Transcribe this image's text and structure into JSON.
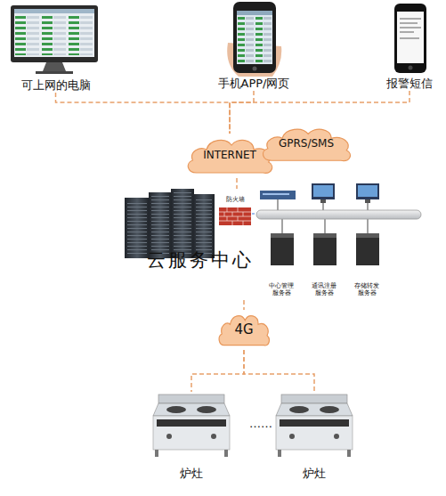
{
  "diagram": {
    "nodes": [
      {
        "text": [
          "可上网的电脑"
        ]
      },
      {
        "text": [
          "手机APP/网页"
        ]
      },
      {
        "text": [
          "报警短信"
        ]
      },
      {
        "text": [
          "INTERNET"
        ]
      },
      {
        "text": [
          "GPRS/SMS"
        ]
      },
      {
        "text": [
          "云服务中心"
        ]
      },
      {
        "text": [
          "防火墙"
        ],
        "in": 5
      },
      {
        "text": [
          "中心管理服务器"
        ],
        "in": 5
      },
      {
        "text": [
          "通讯注册服务器"
        ],
        "in": 5
      },
      {
        "text": [
          "存储转发服务器"
        ],
        "in": 5
      },
      {
        "text": [
          "4G"
        ]
      },
      {
        "text": [
          "炉灶"
        ]
      },
      {
        "text": [
          "炉灶"
        ]
      }
    ],
    "edges": [
      {
        "from": 0,
        "to": 3,
        "arrow": "none"
      },
      {
        "from": 1,
        "to": 3,
        "arrow": "none"
      },
      {
        "from": 2,
        "to": 3,
        "arrow": "none"
      },
      {
        "from": 3,
        "to": 5,
        "arrow": "none"
      },
      {
        "from": 5,
        "to": 10,
        "arrow": "none"
      },
      {
        "from": 10,
        "to": 11,
        "arrow": "none"
      },
      {
        "from": 10,
        "to": 12,
        "arrow": "none"
      }
    ],
    "labels": [
      "……"
    ]
  }
}
